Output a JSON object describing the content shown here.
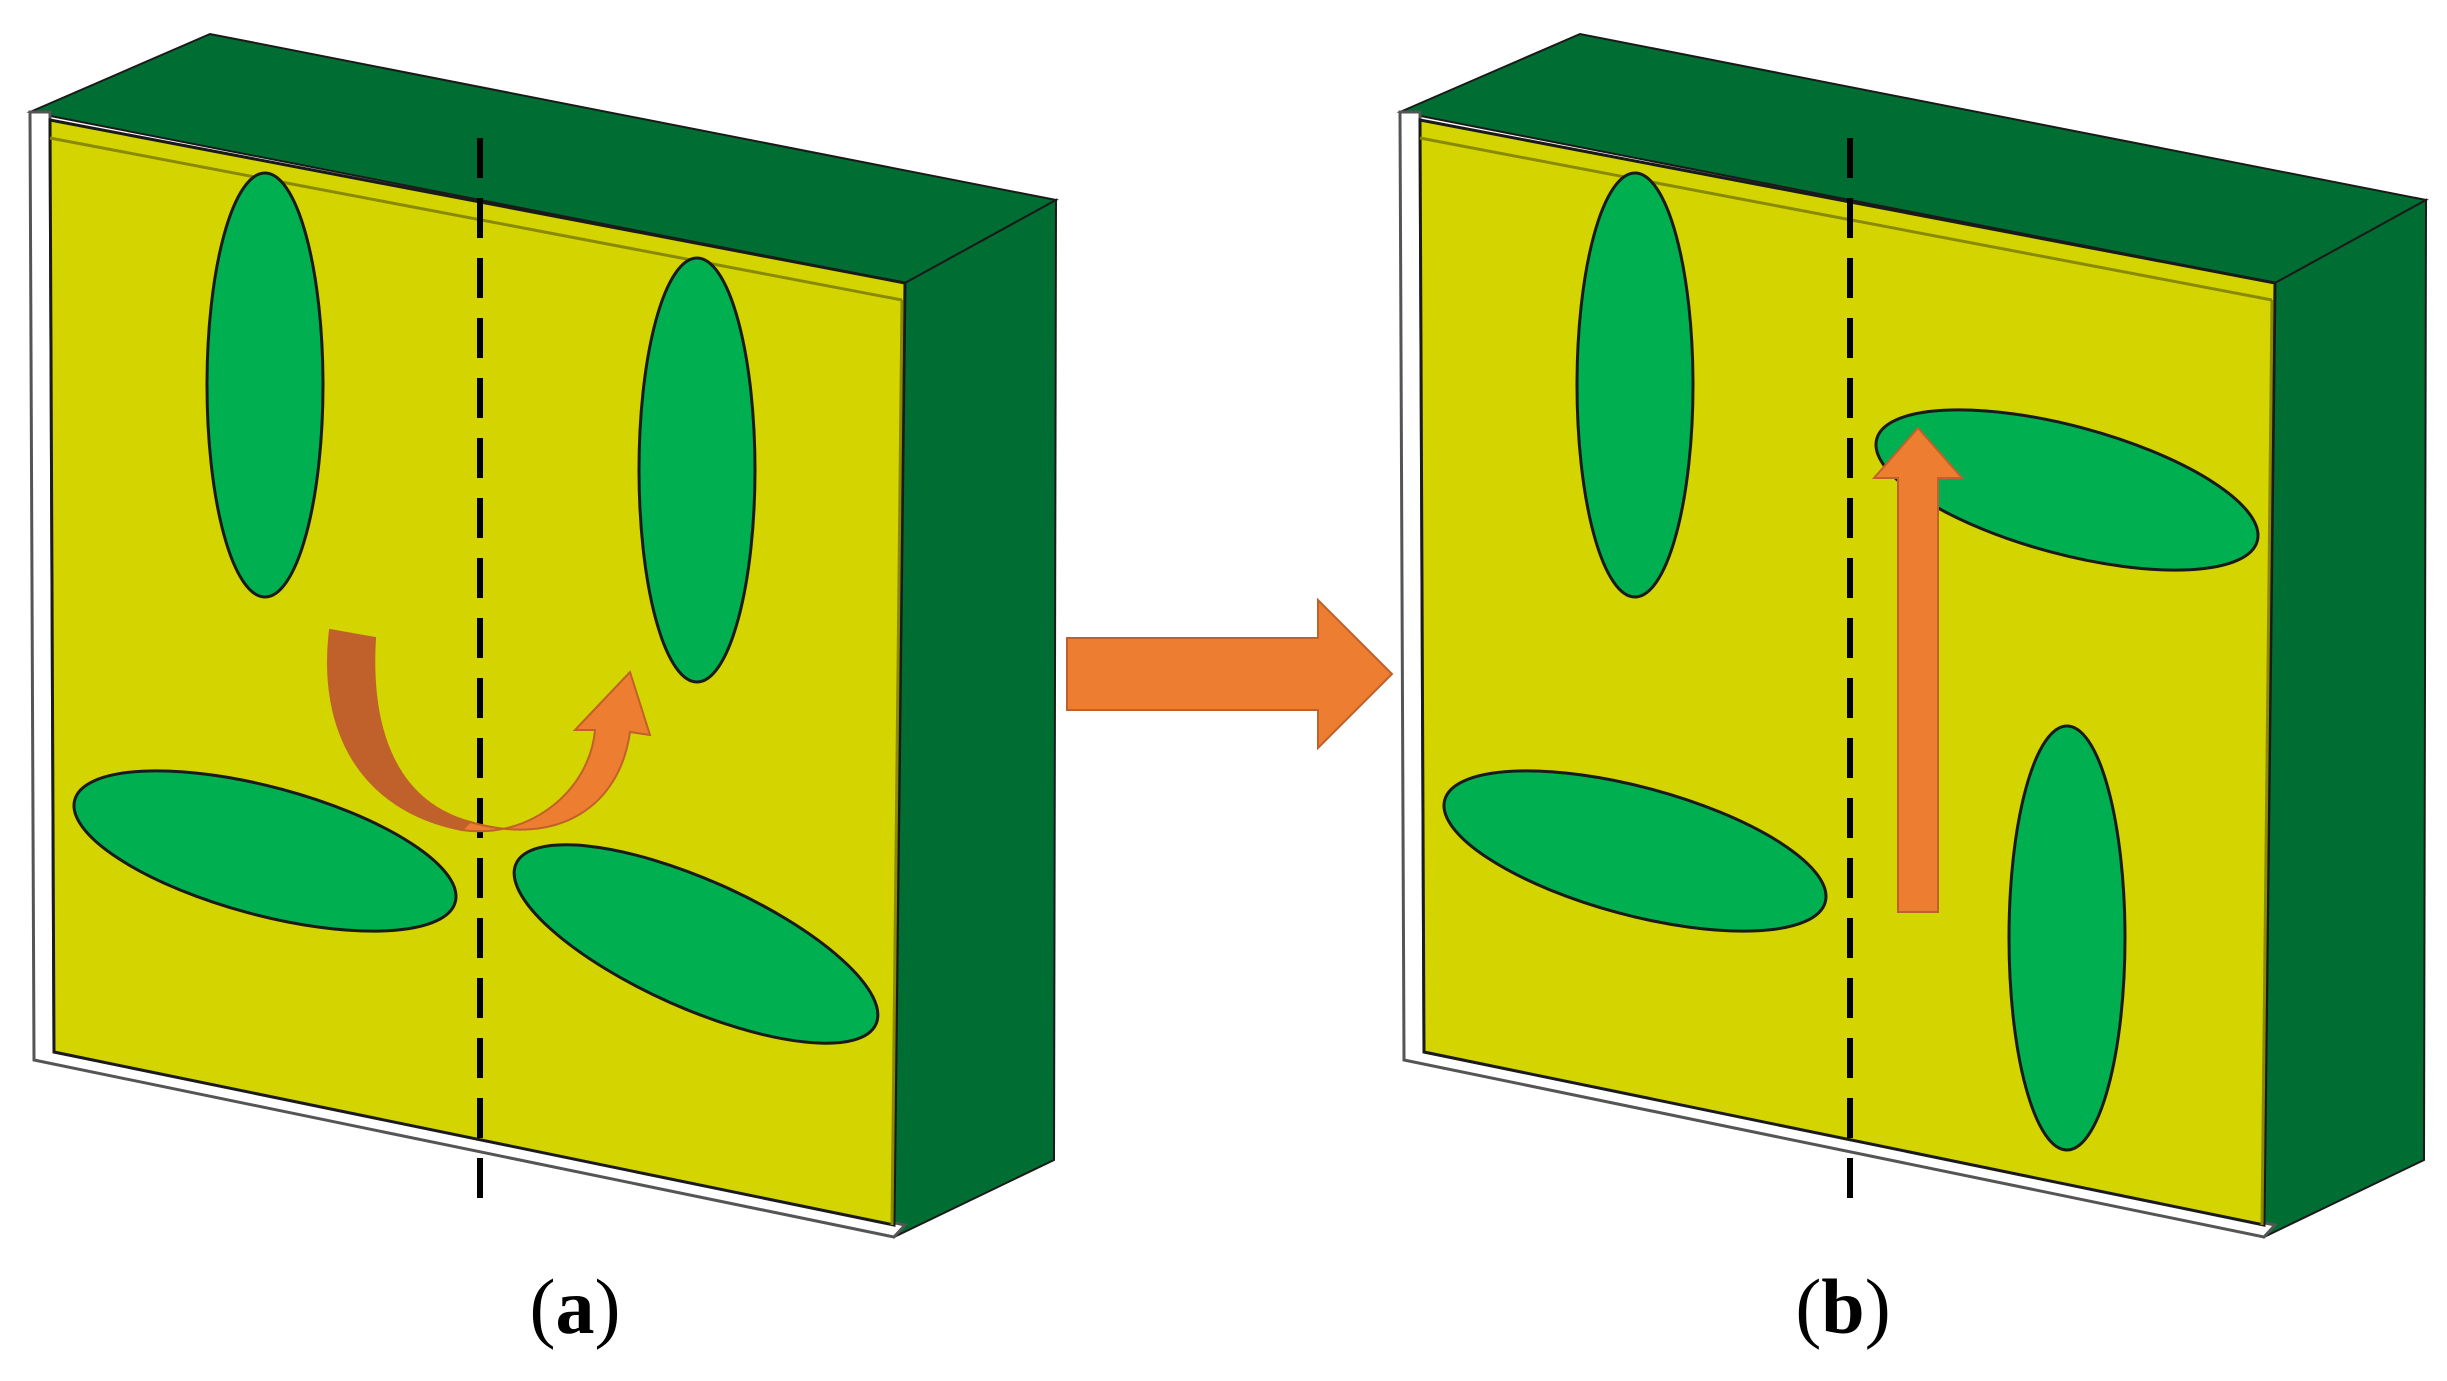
{
  "panels": [
    {
      "id": "a",
      "label_open": "(",
      "label_letter": "a",
      "label_close": ")"
    },
    {
      "id": "b",
      "label_open": "(",
      "label_letter": "b",
      "label_close": ")"
    }
  ],
  "colors": {
    "substrate_face": "#d4d400",
    "substrate_side": "#006d33",
    "substrate_top": "#006d33",
    "patch": "#00b050",
    "arrow": "#ed7d31",
    "arrow_dark": "#c0602b",
    "outline": "#1a1a1a",
    "dashed_axis": "#000000"
  }
}
